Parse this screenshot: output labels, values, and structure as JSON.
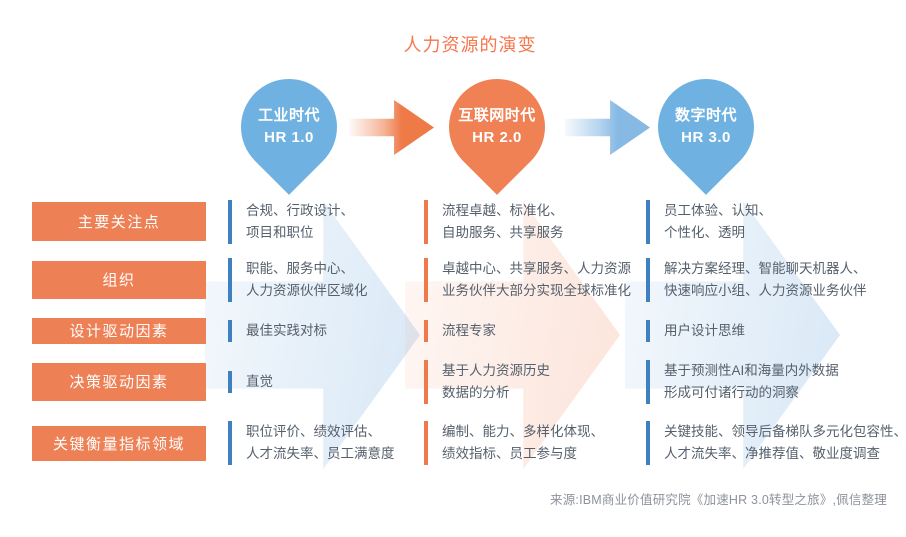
{
  "title": "人力资源的演变",
  "eras": [
    {
      "name": "工业时代",
      "version": "HR 1.0"
    },
    {
      "name": "互联网时代",
      "version": "HR 2.0"
    },
    {
      "name": "数字时代",
      "version": "HR 3.0"
    }
  ],
  "rows": [
    {
      "label": "主要关注点",
      "cells": [
        [
          "合规、行政设计、",
          "项目和职位"
        ],
        [
          "流程卓越、标准化、",
          "自助服务、共享服务"
        ],
        [
          "员工体验、认知、",
          "个性化、透明"
        ]
      ]
    },
    {
      "label": "组织",
      "cells": [
        [
          "职能、服务中心、",
          "人力资源伙伴区域化"
        ],
        [
          "卓越中心、共享服务、人力资源",
          "业务伙伴大部分实现全球标准化"
        ],
        [
          "解决方案经理、智能聊天机器人、",
          "快速响应小组、人力资源业务伙伴"
        ]
      ]
    },
    {
      "label": "设计驱动因素",
      "cells": [
        [
          "最佳实践对标"
        ],
        [
          "流程专家"
        ],
        [
          "用户设计思维"
        ]
      ]
    },
    {
      "label": "决策驱动因素",
      "cells": [
        [
          "直觉"
        ],
        [
          "基于人力资源历史",
          "数据的分析"
        ],
        [
          "基于预测性AI和海量内外数据",
          "形成可付诸行动的洞察"
        ]
      ]
    },
    {
      "label": "关键衡量指标领域",
      "cells": [
        [
          "职位评价、绩效评估、",
          "人才流失率、员工满意度"
        ],
        [
          "编制、能力、多样化体现、",
          "绩效指标、员工参与度"
        ],
        [
          "关键技能、领导后备梯队多元化包容性、",
          "人才流失率、净推荐值、敬业度调查"
        ]
      ]
    }
  ],
  "source": "来源:IBM商业价值研究院《加速HR 3.0转型之旅》,佩信整理",
  "colors": {
    "title_orange": "#F4774E",
    "label_button_orange": "#EE8056",
    "pin_blue": "#6FB2E2",
    "pin_orange": "#EF8155",
    "arrow_orange": "#EE7A48",
    "arrow_blue": "#86B9E4",
    "accent_bar_blue": "#3F80C1",
    "accent_bar_orange": "#EE7A4B",
    "body_text": "#55606C",
    "source_text": "#8D929B"
  }
}
